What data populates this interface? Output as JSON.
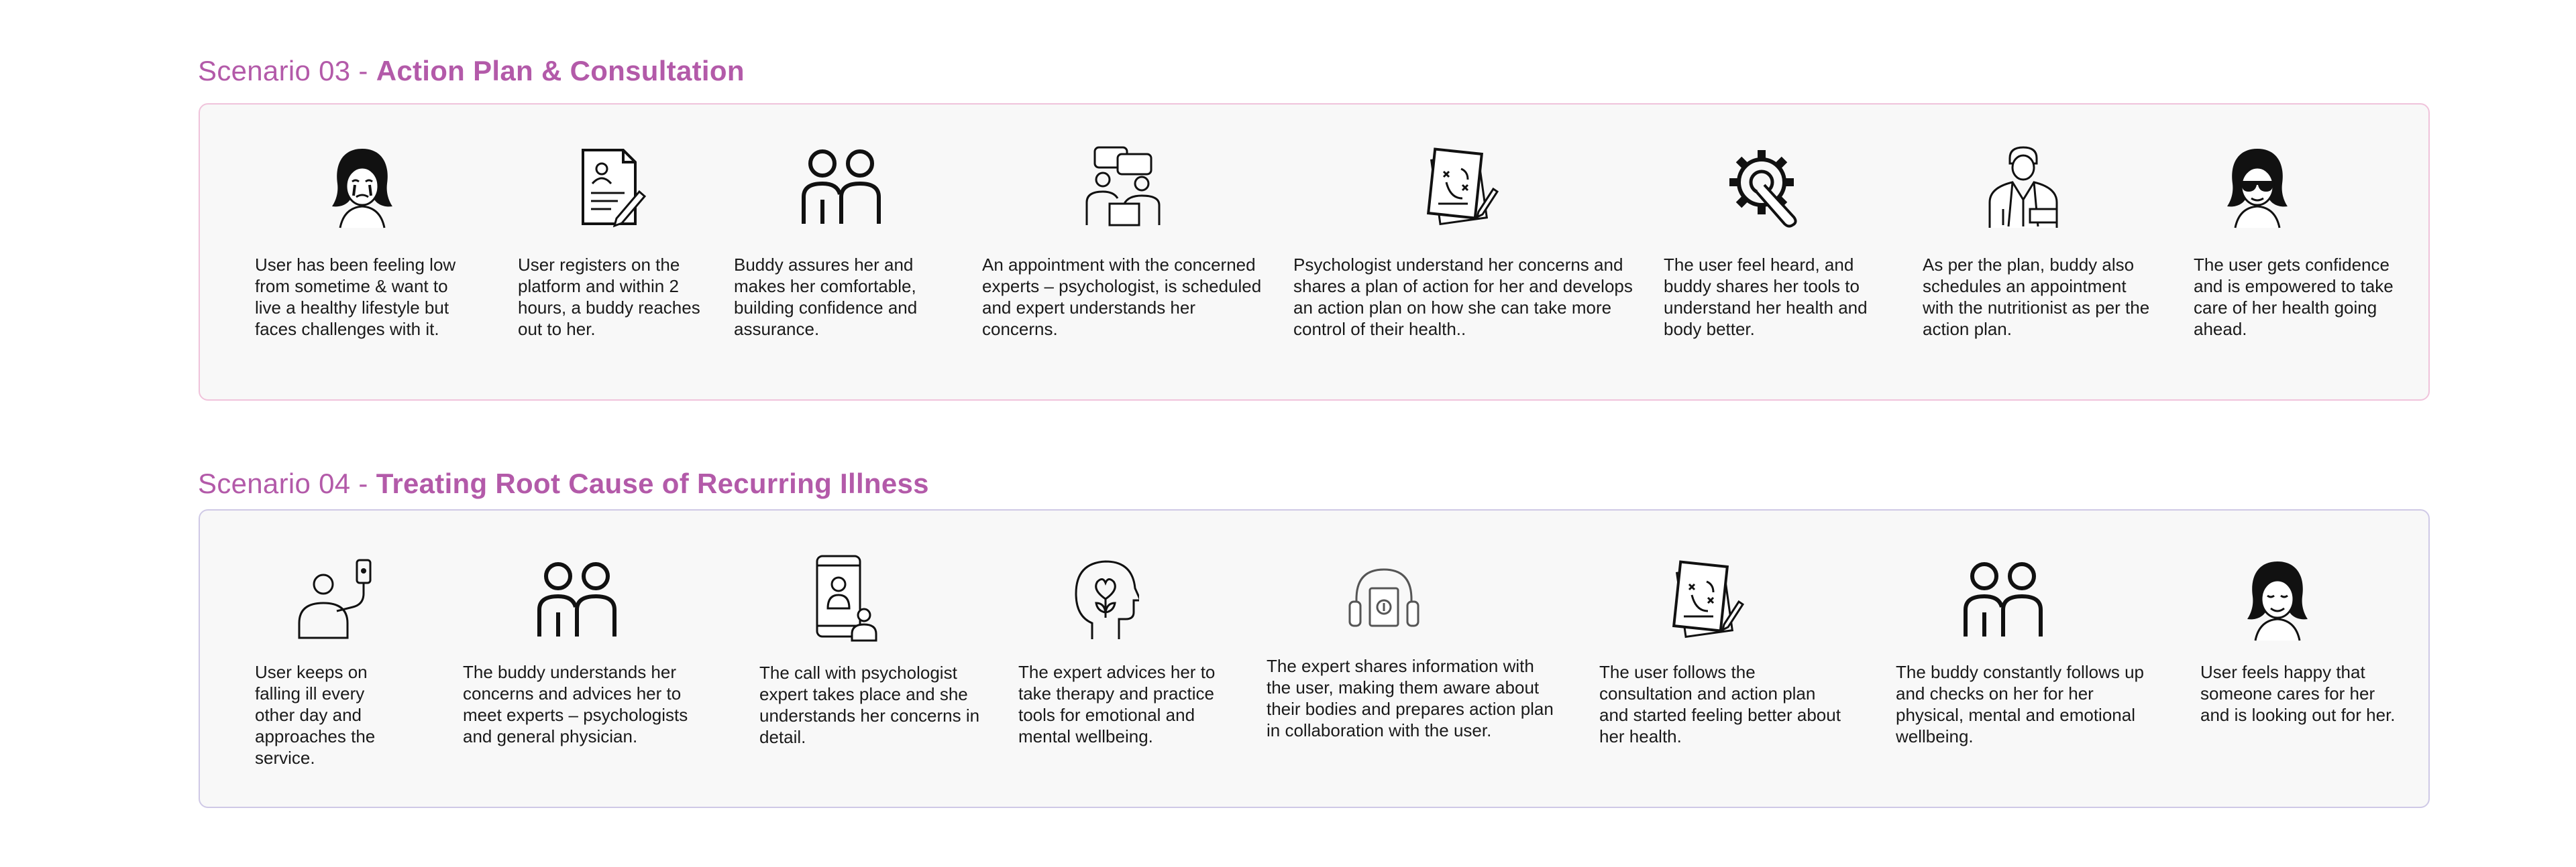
{
  "scenarios": [
    {
      "prefix": "Scenario 03 - ",
      "title": "Action Plan & Consultation",
      "steps": [
        {
          "icon": "sad-woman-crying-icon",
          "text": "User has been feeling low from sometime & want to live a healthy lifestyle but faces challenges with it."
        },
        {
          "icon": "registration-form-icon",
          "text": "User registers on the platform and within 2 hours, a buddy reaches out to her."
        },
        {
          "icon": "two-people-buddy-icon",
          "text": "Buddy assures her and makes her comfortable, building confidence and assurance."
        },
        {
          "icon": "consultation-appointment-icon",
          "text": "An appointment with the concerned experts – psychologist, is scheduled and expert understands her concerns."
        },
        {
          "icon": "strategy-plan-document-icon",
          "text": "Psychologist understand her concerns and shares a plan of action for her and develops an action plan on how she can take more control of their health.."
        },
        {
          "icon": "gear-wrench-tools-icon",
          "text": "The user feel heard, and buddy shares her tools to understand her health and body better."
        },
        {
          "icon": "nutritionist-doctor-icon",
          "text": "As per the plan, buddy also schedules an appointment with the nutritionist as per the action plan."
        },
        {
          "icon": "confident-woman-sunglasses-icon",
          "text": "The user gets confidence and is empowered to take care of her health going ahead."
        }
      ]
    },
    {
      "prefix": "Scenario 04 - ",
      "title": "Treating Root Cause of Recurring Illness",
      "steps": [
        {
          "icon": "person-iv-drip-icon",
          "text": "User keeps on falling ill every other day and approaches the service."
        },
        {
          "icon": "two-people-buddy-icon",
          "text": "The buddy understands her concerns and advices her to meet experts – psychologists and general physician."
        },
        {
          "icon": "video-call-phone-icon",
          "text": "The call with psychologist expert takes place and she understands her concerns in detail."
        },
        {
          "icon": "mind-heart-wellbeing-icon",
          "text": "The expert advices her to take therapy and practice tools for emotional and mental wellbeing."
        },
        {
          "icon": "headphones-audio-book-icon",
          "text": "The expert shares information with the user, making them aware about their bodies and prepares action plan in collaboration with the user."
        },
        {
          "icon": "strategy-plan-document-icon",
          "text": "The user follows the consultation and action plan and started feeling  better about her health."
        },
        {
          "icon": "two-people-buddy-icon",
          "text": "The buddy constantly follows up and checks on her for her physical, mental and emotional wellbeing."
        },
        {
          "icon": "happy-woman-icon",
          "text": "User feels happy that someone cares for her and is looking out for her."
        }
      ]
    }
  ]
}
